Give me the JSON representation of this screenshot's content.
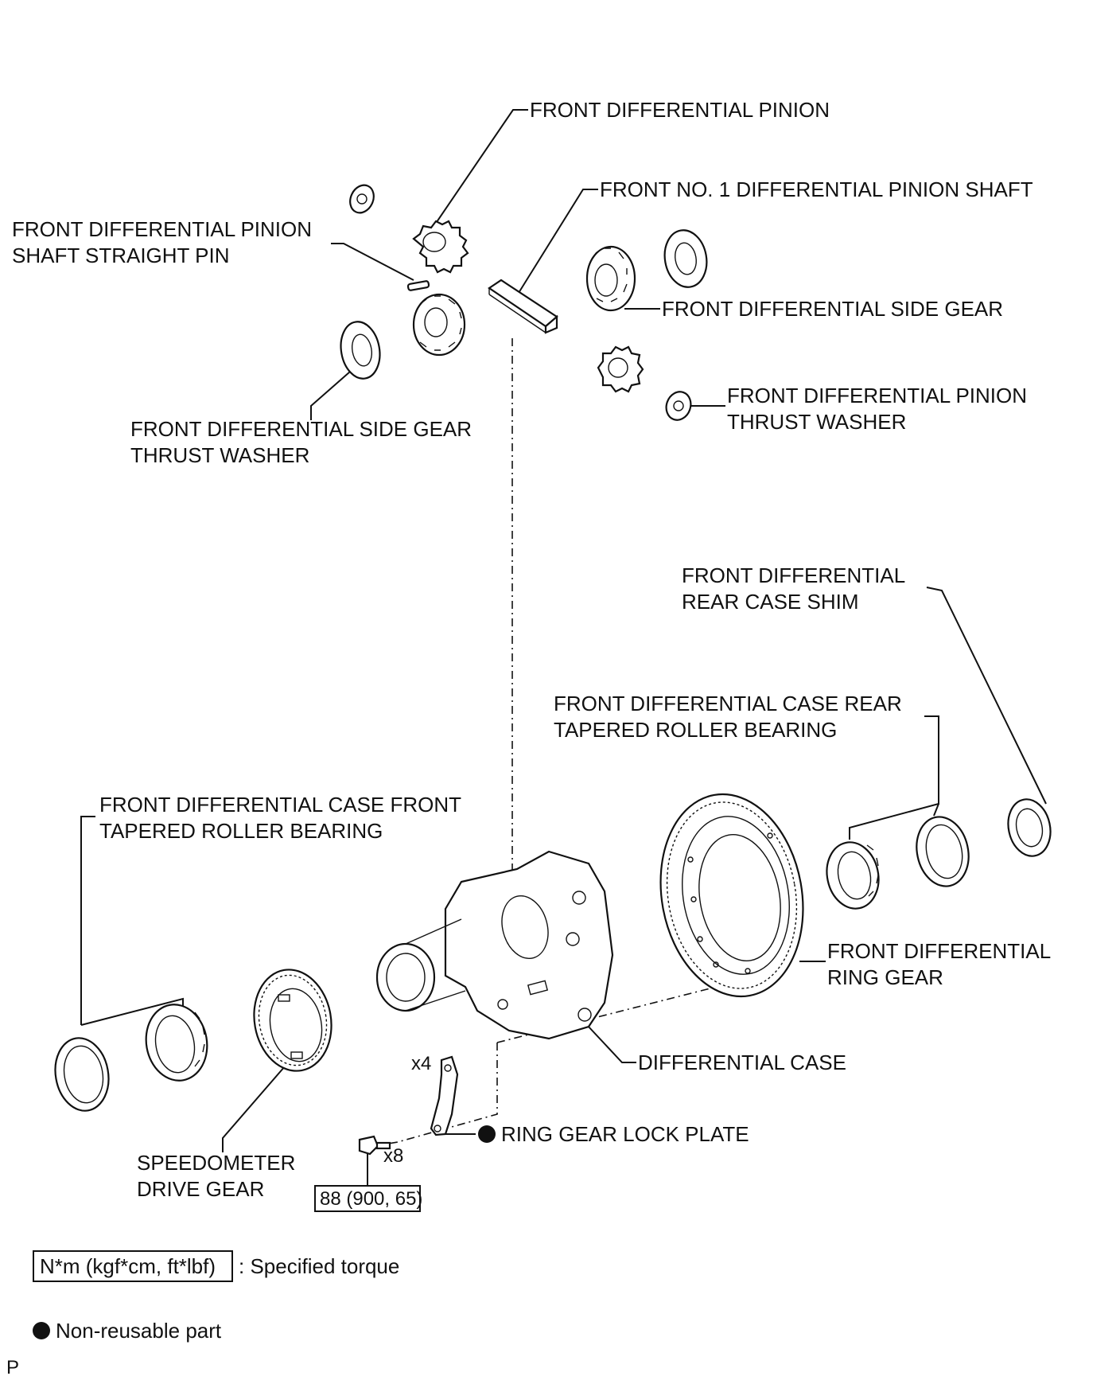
{
  "labels": {
    "front_differential_pinion": "FRONT DIFFERENTIAL PINION",
    "front_no1_pinion_shaft": "FRONT NO. 1 DIFFERENTIAL PINION SHAFT",
    "straight_pin_line1": "FRONT DIFFERENTIAL PINION",
    "straight_pin_line2": "SHAFT STRAIGHT PIN",
    "side_gear": "FRONT DIFFERENTIAL SIDE GEAR",
    "pinion_thrust_washer_line1": "FRONT DIFFERENTIAL PINION",
    "pinion_thrust_washer_line2": "THRUST WASHER",
    "side_gear_thrust_washer_line1": "FRONT DIFFERENTIAL SIDE GEAR",
    "side_gear_thrust_washer_line2": "THRUST WASHER",
    "rear_case_shim_line1": "FRONT DIFFERENTIAL",
    "rear_case_shim_line2": "REAR CASE SHIM",
    "rear_bearing_line1": "FRONT DIFFERENTIAL CASE REAR",
    "rear_bearing_line2": "TAPERED ROLLER BEARING",
    "front_bearing_line1": "FRONT DIFFERENTIAL CASE FRONT",
    "front_bearing_line2": "TAPERED ROLLER BEARING",
    "ring_gear_line1": "FRONT DIFFERENTIAL",
    "ring_gear_line2": "RING GEAR",
    "differential_case": "DIFFERENTIAL CASE",
    "ring_gear_lock_plate": "RING GEAR LOCK PLATE",
    "speedometer_line1": "SPEEDOMETER",
    "speedometer_line2": "DRIVE GEAR",
    "qty_lock_plate": "x4",
    "qty_bolt": "x8",
    "torque_value": "88 (900, 65)"
  },
  "legend": {
    "torque_units": "N*m (kgf*cm, ft*lbf)",
    "torque_desc": ": Specified torque",
    "non_reusable": "Non-reusable part"
  },
  "corner_code": "P"
}
